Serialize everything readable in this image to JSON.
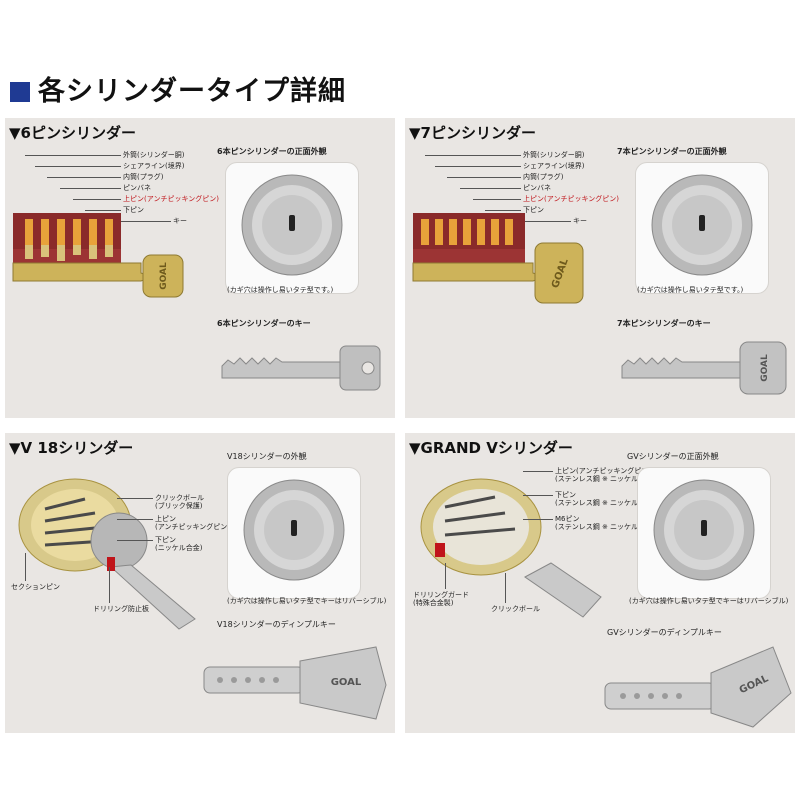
{
  "header": {
    "title": "各シリンダータイプ詳細"
  },
  "panels": {
    "pin6": {
      "title": "▼6ピンシリンダー",
      "labels": [
        "外筒(シリンダー胴)",
        "シェアライン(境界)",
        "内筒(プラグ)",
        "ピンバネ",
        "上ピン(アンチピッキングピン)",
        "下ピン",
        "キー"
      ],
      "front_caption": "6本ピンシリンダーの正面外観",
      "front_note": "(カギ穴は操作し易いタテ型です。)",
      "key_caption": "6本ピンシリンダーのキー",
      "brand": "GOAL"
    },
    "pin7": {
      "title": "▼7ピンシリンダー",
      "labels": [
        "外筒(シリンダー胴)",
        "シェアライン(境界)",
        "内筒(プラグ)",
        "ピンバネ",
        "上ピン(アンチピッキングピン)",
        "下ピン",
        "キー"
      ],
      "front_caption": "7本ピンシリンダーの正面外観",
      "front_note": "(カギ穴は操作し易いタテ型です。)",
      "key_caption": "7本ピンシリンダーのキー",
      "brand": "GOAL"
    },
    "v18": {
      "title": "▼V 18シリンダー",
      "labels": [
        "クリックボール",
        "(ブリック保護)",
        "上ピン",
        "(アンチピッキングピン)",
        "下ピン",
        "(ニッケル合金)",
        "セクションピン",
        "ドリリング防止板"
      ],
      "front_caption": "V18シリンダーの外観",
      "front_note": "(カギ穴は操作し易いタテ型でキーはリバーシブル)",
      "key_caption": "V18シリンダーのディンプルキー",
      "brand": "GOAL"
    },
    "gv": {
      "title": "▼GRAND Vシリンダー",
      "labels": [
        "上ピン(アンチピッキングピン)",
        "(ステンレス鋼 ※ ニッケル合金)",
        "下ピン",
        "(ステンレス鋼 ※ ニッケル合金)",
        "M6ピン",
        "(ステンレス鋼 ※ ニッケル合金)",
        "ドリリングガード",
        "(特殊合金製)",
        "クリックボール"
      ],
      "front_caption": "GVシリンダーの正面外観",
      "front_note": "(カギ穴は操作し易いタテ型でキーはリバーシブル)",
      "key_caption": "GVシリンダーのディンプルキー",
      "brand": "GOAL"
    }
  },
  "colors": {
    "header_square": "#1f3a93",
    "panel_bg": "#e9e6e3",
    "cutaway_red": "#8a2a2a",
    "brass": "#cdb35a",
    "red_label": "#c0141a"
  }
}
